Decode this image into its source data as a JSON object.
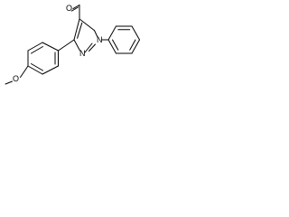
{
  "molecule": {
    "atoms": {
      "aldehyde_oxygen": "O",
      "ring_nitrogen_1": "N",
      "ring_nitrogen_2": "N",
      "methoxy_oxygen": "O"
    }
  },
  "colors": {
    "bond": "#000000",
    "label": "#000000",
    "background": "#ffffff"
  }
}
